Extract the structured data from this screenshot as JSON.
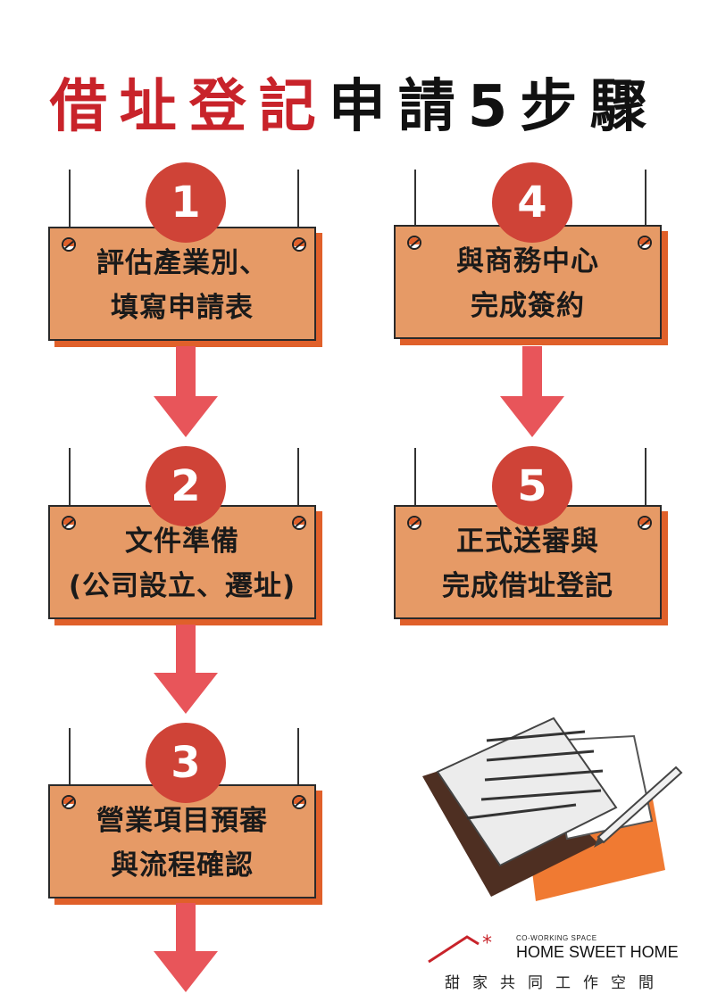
{
  "title": {
    "red": "借址登記",
    "black": "申請5步驟"
  },
  "steps": [
    {
      "number": "1",
      "line1": "評估產業別、",
      "line2": "填寫申請表"
    },
    {
      "number": "2",
      "line1": "文件準備",
      "line2": "(公司設立、遷址)"
    },
    {
      "number": "3",
      "line1": "營業項目預審",
      "line2": "與流程確認"
    },
    {
      "number": "4",
      "line1": "與商務中心",
      "line2": "完成簽約"
    },
    {
      "number": "5",
      "line1": "正式送審與",
      "line2": "完成借址登記"
    }
  ],
  "brand": {
    "tagline": "CO-WORKING SPACE",
    "name": "HOME SWEET HOME",
    "chinese": "甜家共同工作空間"
  },
  "colors": {
    "title_red": "#c8232a",
    "circle": "#cf4337",
    "sign": "#e69a66",
    "shadow": "#e0602a",
    "arrow": "#e8555a"
  }
}
